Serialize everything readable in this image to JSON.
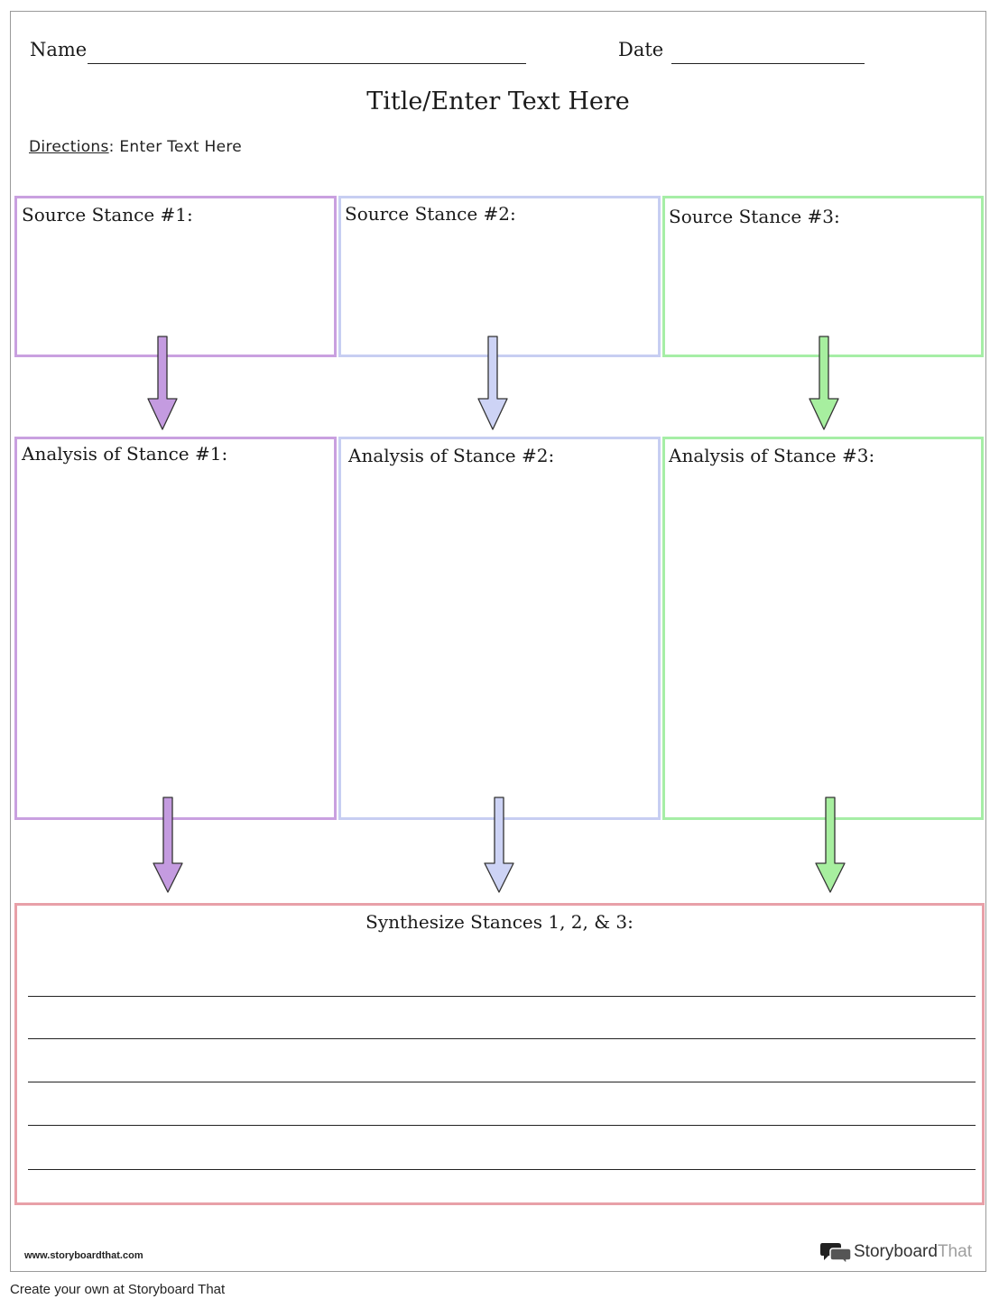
{
  "header": {
    "name_label": "Name",
    "date_label": "Date",
    "title": "Title/Enter Text Here",
    "directions_label": "Directions",
    "directions_text": ": Enter Text Here"
  },
  "columns": [
    {
      "source_label": "Source Stance #1:",
      "analysis_label": "Analysis of Stance #1:",
      "color": "#c9a0e0",
      "fill": "#c49be0"
    },
    {
      "source_label": "Source Stance #2:",
      "analysis_label": "Analysis of Stance #2:",
      "color": "#c7cef2",
      "fill": "#cdd3f5"
    },
    {
      "source_label": "Source Stance #3:",
      "analysis_label": "Analysis of Stance #3:",
      "color": "#a6eea6",
      "fill": "#a7ef9f"
    }
  ],
  "synthesis": {
    "label": "Synthesize Stances 1, 2, & 3:",
    "color": "#e8a0a8",
    "line_count": 5
  },
  "footer": {
    "url": "www.storyboardthat.com",
    "brand_main": "Storyboard",
    "brand_accent": "That",
    "bottom_caption": "Create your own at Storyboard That"
  }
}
